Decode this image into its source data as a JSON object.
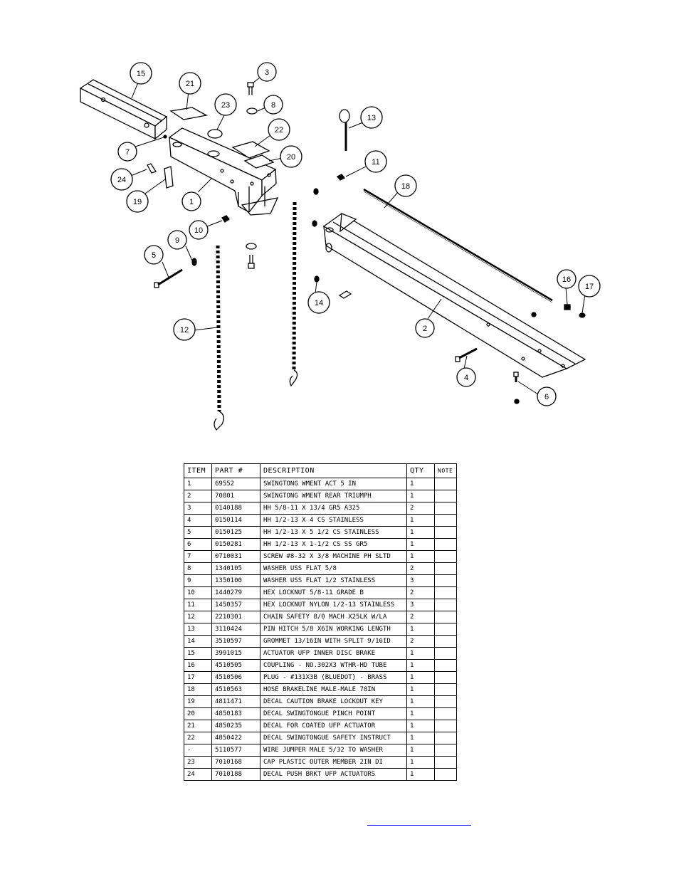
{
  "callouts": [
    "1",
    "2",
    "3",
    "4",
    "5",
    "6",
    "7",
    "8",
    "9",
    "10",
    "11",
    "12",
    "13",
    "14",
    "15",
    "16",
    "17",
    "18",
    "19",
    "20",
    "21",
    "22",
    "23",
    "24"
  ],
  "table": {
    "headers": [
      "ITEM",
      "PART #",
      "DESCRIPTION",
      "QTY",
      "NOTE"
    ],
    "rows": [
      [
        "1",
        "69552",
        "SWINGTONG WMENT ACT 5 IN",
        "1",
        ""
      ],
      [
        "2",
        "70801",
        "SWINGTONG WMENT REAR TRIUMPH",
        "1",
        ""
      ],
      [
        "3",
        "0140188",
        "HH 5/8-11 X 13/4  GR5 A325",
        "2",
        ""
      ],
      [
        "4",
        "0150114",
        "HH 1/2-13 X 4 CS STAINLESS",
        "1",
        ""
      ],
      [
        "5",
        "0150125",
        "HH 1/2-13 X 5 1/2 CS STAINLESS",
        "1",
        ""
      ],
      [
        "6",
        "0150281",
        "HH 1/2-13 X 1-1/2 CS SS GR5",
        "1",
        ""
      ],
      [
        "7",
        "0710031",
        "SCREW #8-32 X 3/8 MACHINE PH SLTD",
        "1",
        ""
      ],
      [
        "8",
        "1340105",
        "WASHER USS FLAT 5/8",
        "2",
        ""
      ],
      [
        "9",
        "1350100",
        "WASHER USS FLAT 1/2 STAINLESS",
        "3",
        ""
      ],
      [
        "10",
        "1440279",
        "HEX LOCKNUT 5/8-11 GRADE B",
        "2",
        ""
      ],
      [
        "11",
        "1450357",
        "HEX LOCKNUT NYLON 1/2-13 STAINLESS",
        "3",
        ""
      ],
      [
        "12",
        "2210301",
        "CHAIN SAFETY 8/0 MACH X25LK W/LA",
        "2",
        ""
      ],
      [
        "13",
        "3110424",
        "PIN HITCH 5/8 X6IN WORKING LENGTH",
        "1",
        ""
      ],
      [
        "14",
        "3510597",
        "GROMMET 13/16IN  WITH SPLIT 9/16ID",
        "2",
        ""
      ],
      [
        "15",
        "3991015",
        "ACTUATOR UFP INNER  DISC BRAKE",
        "1",
        ""
      ],
      [
        "16",
        "4510505",
        "COUPLING - NO.302X3 WTHR-HD TUBE",
        "1",
        ""
      ],
      [
        "17",
        "4510506",
        "PLUG - #131X3B (BLUEDOT) - BRASS",
        "1",
        ""
      ],
      [
        "18",
        "4510563",
        "HOSE BRAKELINE MALE-MALE 78IN",
        "1",
        ""
      ],
      [
        "19",
        "4811471",
        "DECAL CAUTION BRAKE LOCKOUT KEY",
        "1",
        ""
      ],
      [
        "20",
        "4850183",
        "DECAL SWINGTONGUE PINCH POINT",
        "1",
        ""
      ],
      [
        "21",
        "4850235",
        "DECAL FOR COATED UFP ACTUATOR",
        "1",
        ""
      ],
      [
        "22",
        "4850422",
        "DECAL SWINGTONGUE SAFETY INSTRUCT",
        "1",
        ""
      ],
      [
        "-",
        "5110577",
        "WIRE JUMPER MALE 5/32 TO WASHER",
        "1",
        ""
      ],
      [
        "23",
        "7010168",
        "CAP  PLASTIC OUTER MEMBER 2IN DI",
        "1",
        ""
      ],
      [
        "24",
        "7010188",
        "DECAL PUSH BRKT UFP ACTUATORS",
        "1",
        ""
      ]
    ]
  }
}
